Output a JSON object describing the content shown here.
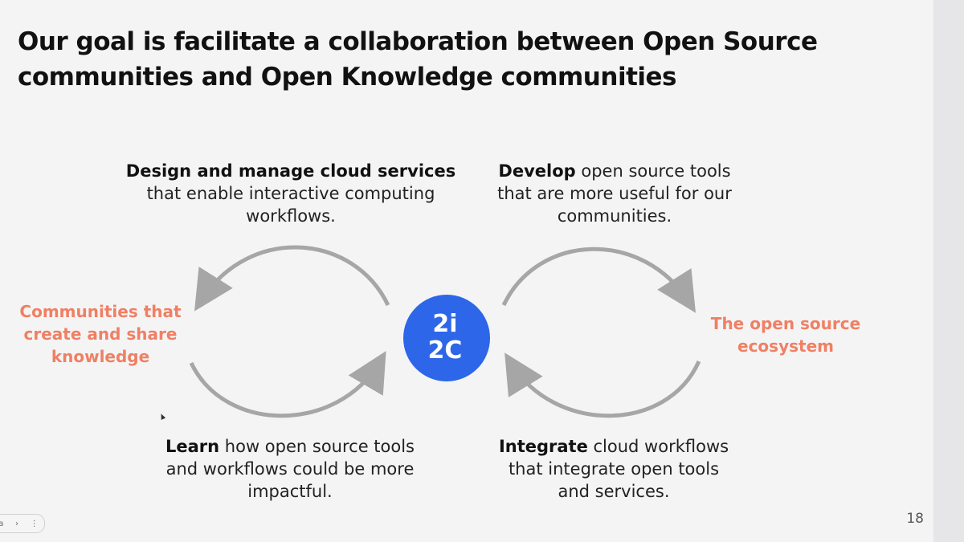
{
  "slide": {
    "title": "Our goal is facilitate a collaboration between Open Source communities and Open Knowledge communities",
    "page_number": "18"
  },
  "cycle": {
    "left_label": [
      "Communities that",
      "create and share",
      "knowledge"
    ],
    "right_label": [
      "The open source",
      "ecosystem"
    ],
    "top_left": {
      "bold": "Design and manage cloud services",
      "lines": [
        "that enable interactive computing",
        "workflows."
      ]
    },
    "top_right": {
      "bold": "Develop",
      "first_rest": " open source tools",
      "lines": [
        "that are more useful for our",
        "communities."
      ]
    },
    "bottom_left": {
      "bold": "Learn",
      "first_rest": " how open source tools",
      "lines": [
        "and workflows could be more",
        "impactful."
      ]
    },
    "bottom_right": {
      "bold": "Integrate",
      "first_rest": " cloud workflows",
      "lines": [
        "that integrate open tools",
        "and services."
      ]
    }
  },
  "logo": {
    "text_top": "2i",
    "text_bottom": "2C",
    "color": "#2d66e8"
  },
  "toolbar": {
    "items": [
      "a",
      "›",
      "⋮"
    ]
  },
  "colors": {
    "accent": "#ef8064",
    "arrow": "#a6a6a6",
    "logo_bg": "#2d66e8"
  }
}
